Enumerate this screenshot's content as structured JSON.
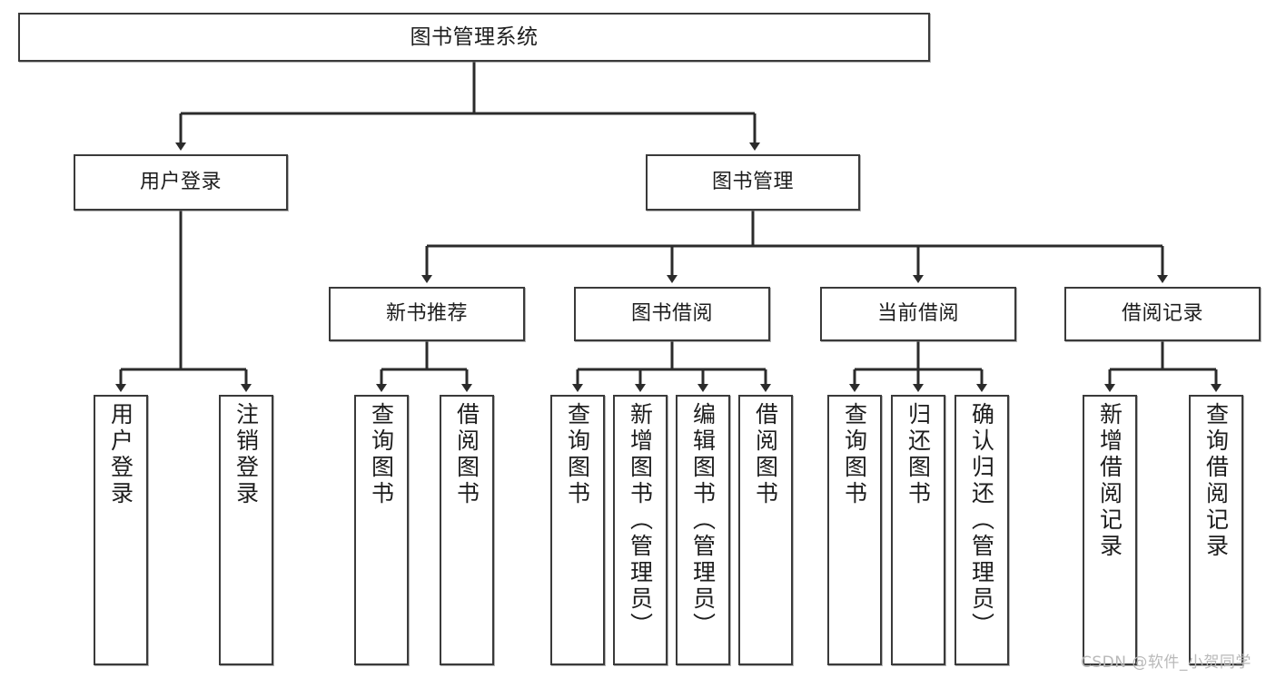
{
  "diagram": {
    "type": "tree-hierarchy-chart",
    "title": "图书管理系统",
    "colors": {
      "node_border": "#3a3a3a",
      "node_fill": "#ffffff",
      "edge": "#2b2b2b",
      "text": "#1d1d1d",
      "watermark": "#b9b9b9",
      "background": "#ffffff"
    },
    "root": {
      "label": "图书管理系统"
    },
    "level2": [
      {
        "label": "用户登录"
      },
      {
        "label": "图书管理"
      }
    ],
    "level3": [
      {
        "label": "新书推荐"
      },
      {
        "label": "图书借阅"
      },
      {
        "label": "当前借阅"
      },
      {
        "label": "借阅记录"
      }
    ],
    "leaves": [
      {
        "label": "用户登录",
        "parent": "用户登录"
      },
      {
        "label": "注销登录",
        "parent": "用户登录"
      },
      {
        "label": "查询图书",
        "parent": "新书推荐"
      },
      {
        "label": "借阅图书",
        "parent": "新书推荐"
      },
      {
        "label": "查询图书",
        "parent": "图书借阅"
      },
      {
        "label": "新增图书（管理员）",
        "parent": "图书借阅"
      },
      {
        "label": "编辑图书（管理员）",
        "parent": "图书借阅"
      },
      {
        "label": "借阅图书",
        "parent": "图书借阅"
      },
      {
        "label": "查询图书",
        "parent": "当前借阅"
      },
      {
        "label": "归还图书",
        "parent": "当前借阅"
      },
      {
        "label": "确认归还（管理员）",
        "parent": "当前借阅"
      },
      {
        "label": "新增借阅记录",
        "parent": "借阅记录"
      },
      {
        "label": "查询借阅记录",
        "parent": "借阅记录"
      }
    ]
  },
  "watermark": {
    "text": "CSDN @软件_小贺同学"
  }
}
